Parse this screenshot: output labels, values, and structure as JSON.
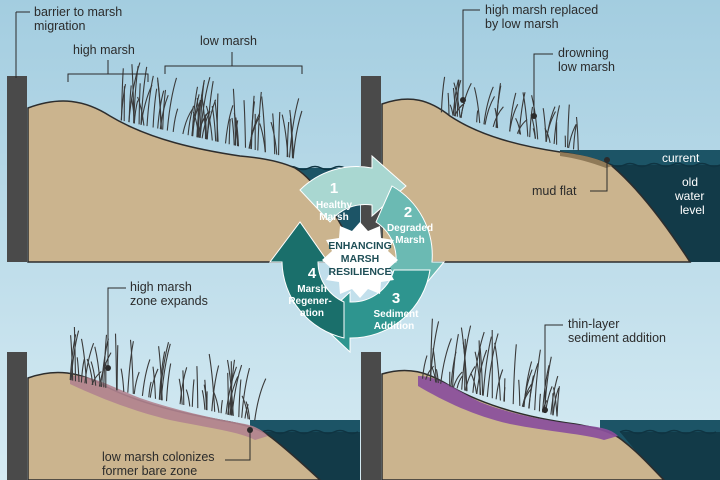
{
  "panels": {
    "healthy": {
      "barrier_label_1": "barrier to marsh",
      "barrier_label_2": "migration",
      "high_marsh_label": "high marsh",
      "low_marsh_label": "low marsh"
    },
    "degraded": {
      "replaced_label_1": "high marsh replaced",
      "replaced_label_2": "by low marsh",
      "drowning_label_1": "drowning",
      "drowning_label_2": "low marsh",
      "mudflat_label": "mud flat",
      "current_label": "current",
      "old_level_label_1": "old",
      "old_level_label_2": "water",
      "old_level_label_3": "level"
    },
    "regeneration": {
      "expands_label_1": "high marsh",
      "expands_label_2": "zone expands",
      "colonizes_label_1": "low marsh colonizes",
      "colonizes_label_2": "former bare zone"
    },
    "sediment": {
      "thin_layer_label_1": "thin-layer",
      "thin_layer_label_2": "sediment addition"
    }
  },
  "cycle": {
    "center_line_1": "ENHANCING",
    "center_line_2": "MARSH",
    "center_line_3": "RESILIENCE",
    "steps": [
      {
        "number": "1",
        "line1": "Healthy",
        "line2": "Marsh",
        "line3": ""
      },
      {
        "number": "2",
        "line1": "Degraded",
        "line2": "Marsh",
        "line3": ""
      },
      {
        "number": "3",
        "line1": "Sediment",
        "line2": "Addition",
        "line3": ""
      },
      {
        "number": "4",
        "line1": "Marsh",
        "line2": "Regener-",
        "line3": "ation"
      }
    ]
  },
  "colors": {
    "sky_top": "#a7d0e2",
    "sky_bottom": "#d4eaf3",
    "ground": "#cbb48e",
    "ground_dark": "#b39b74",
    "water": "#1c5466",
    "water_dark": "#123a48",
    "barrier": "#4a4a4a",
    "purple_sediment": "#8a4f9c",
    "mauve_zone": "#b1838f",
    "step1": "#a9d7d1",
    "step2": "#6bbab3",
    "step3": "#2e958f",
    "step4": "#1a6f6b"
  }
}
